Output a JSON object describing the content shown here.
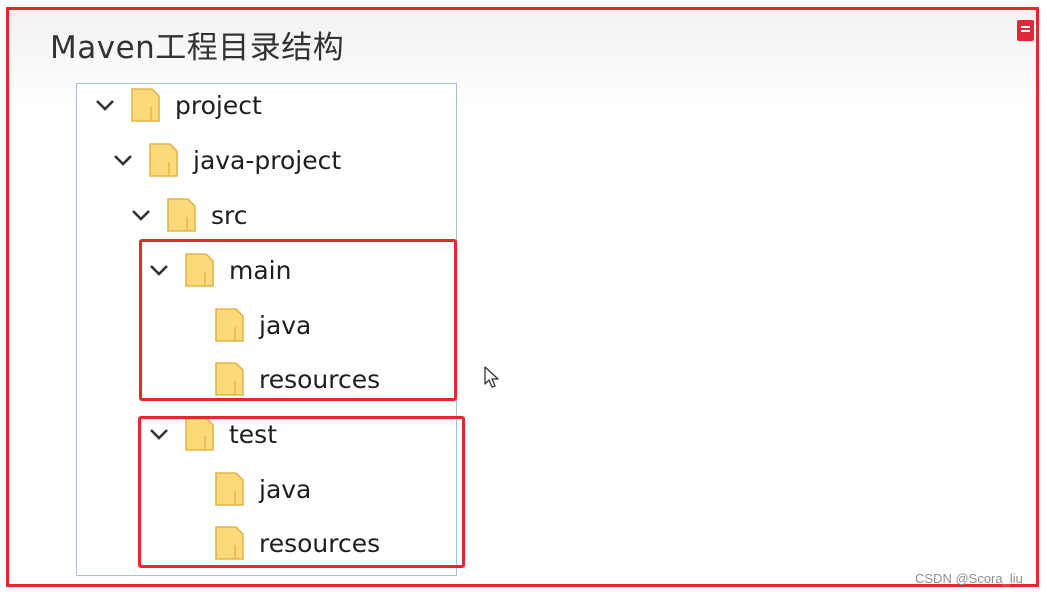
{
  "slide": {
    "title": "Maven工程目录结构"
  },
  "tree": {
    "nodes": [
      {
        "label": "project",
        "depth": 0,
        "expanded": true
      },
      {
        "label": "java-project",
        "depth": 1,
        "expanded": true
      },
      {
        "label": "src",
        "depth": 2,
        "expanded": true
      },
      {
        "label": "main",
        "depth": 3,
        "expanded": true
      },
      {
        "label": "java",
        "depth": 4,
        "expanded": false
      },
      {
        "label": "resources",
        "depth": 4,
        "expanded": false
      },
      {
        "label": "test",
        "depth": 3,
        "expanded": true
      },
      {
        "label": "java",
        "depth": 4,
        "expanded": false
      },
      {
        "label": "resources",
        "depth": 4,
        "expanded": false
      }
    ]
  },
  "watermark": "CSDN @Scora_liu",
  "colors": {
    "highlight": "#e8262b",
    "folder_fill": "#fcd97a",
    "folder_stroke": "#e3b54a",
    "panel_border": "#a9bfd6"
  }
}
